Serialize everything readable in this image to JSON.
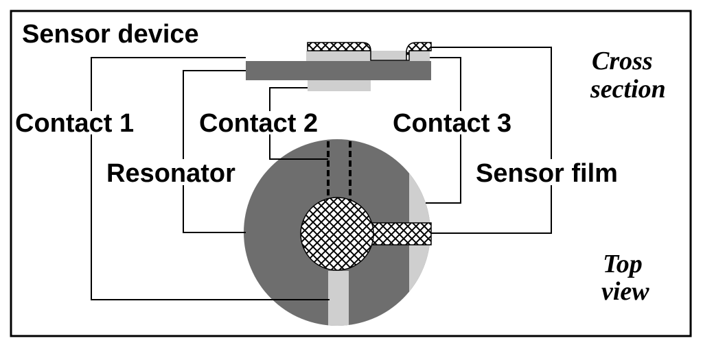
{
  "labels": {
    "title": "Sensor device",
    "cross_section_line1": "Cross",
    "cross_section_line2": "section",
    "contact1": "Contact 1",
    "contact2": "Contact 2",
    "contact3": "Contact 3",
    "resonator": "Resonator",
    "sensor_film": "Sensor film",
    "top_view_line1": "Top",
    "top_view_line2": "view"
  },
  "colors": {
    "resonator": "#6e6e6e",
    "electrode": "#cfcfcf",
    "sensor_film_hatch": "#000000",
    "background": "#ffffff",
    "border": "#000000"
  }
}
